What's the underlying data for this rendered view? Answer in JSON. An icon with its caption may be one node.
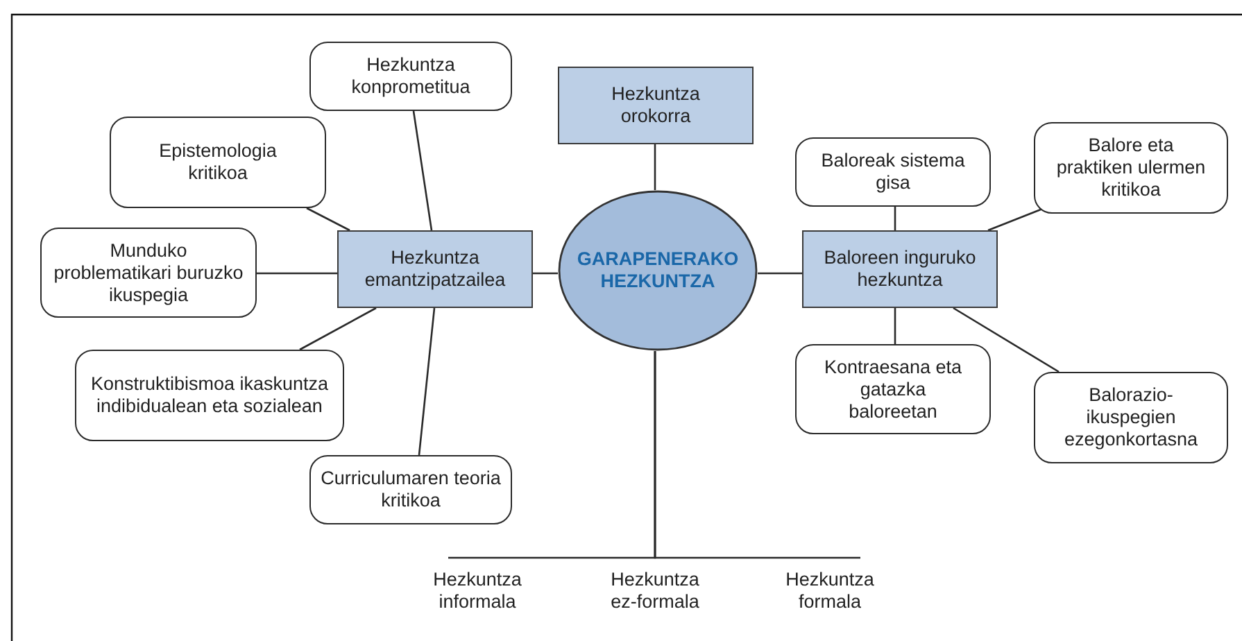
{
  "diagram": {
    "nodes": [
      {
        "text": [
          "GARAPENERAKO HEZKUNTZA"
        ]
      },
      {
        "text": [
          "Hezkuntza orokorra"
        ]
      },
      {
        "text": [
          "Hezkuntza emantzipatzailea"
        ]
      },
      {
        "text": [
          "Baloreen inguruko hezkuntza"
        ]
      },
      {
        "text": [
          "Hezkuntza konprometitua"
        ]
      },
      {
        "text": [
          "Epistemologia kritikoa"
        ]
      },
      {
        "text": [
          "Munduko problematikari buruzko ikuspegia"
        ]
      },
      {
        "text": [
          "Konstruktibismoa ikaskuntza indibidualean eta sozialean"
        ]
      },
      {
        "text": [
          "Curriculumaren teoria kritikoa"
        ]
      },
      {
        "text": [
          "Baloreak sistema gisa"
        ]
      },
      {
        "text": [
          "Balore eta praktiken ulermen kritikoa"
        ]
      },
      {
        "text": [
          "Kontraesana eta gatazka baloreetan"
        ]
      },
      {
        "text": [
          "Balorazio-ikuspegien ezegonkortasna"
        ]
      },
      {
        "text": [
          "Hezkuntza informala"
        ]
      },
      {
        "text": [
          "Hezkuntza ez-formala"
        ]
      },
      {
        "text": [
          "Hezkuntza formala"
        ]
      }
    ],
    "edges": [
      {
        "from": 0,
        "to": 1,
        "arrow": "none"
      },
      {
        "from": 0,
        "to": 2,
        "arrow": "none"
      },
      {
        "from": 0,
        "to": 3,
        "arrow": "none"
      },
      {
        "from": 2,
        "to": 4,
        "arrow": "none"
      },
      {
        "from": 2,
        "to": 5,
        "arrow": "none"
      },
      {
        "from": 2,
        "to": 6,
        "arrow": "none"
      },
      {
        "from": 2,
        "to": 7,
        "arrow": "none"
      },
      {
        "from": 2,
        "to": 8,
        "arrow": "none"
      },
      {
        "from": 3,
        "to": 9,
        "arrow": "none"
      },
      {
        "from": 3,
        "to": 10,
        "arrow": "none"
      },
      {
        "from": 3,
        "to": 11,
        "arrow": "none"
      },
      {
        "from": 3,
        "to": 12,
        "arrow": "none"
      },
      {
        "from": 0,
        "to": 13,
        "arrow": "none"
      },
      {
        "from": 0,
        "to": 14,
        "arrow": "none"
      },
      {
        "from": 0,
        "to": 15,
        "arrow": "none"
      }
    ]
  }
}
